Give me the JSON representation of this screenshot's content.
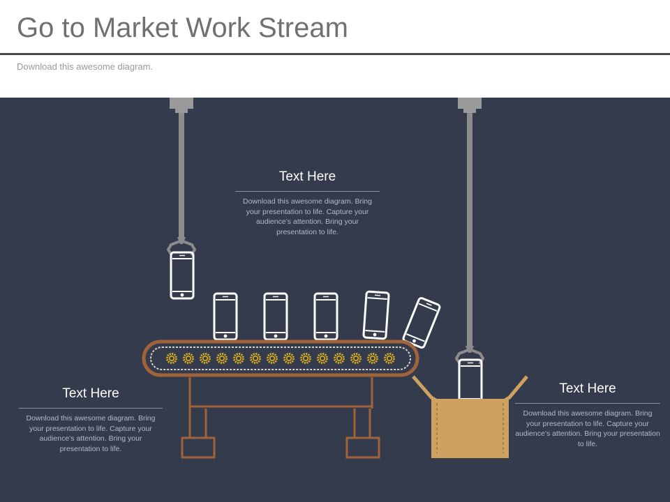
{
  "header": {
    "title": "Go to Market Work Stream",
    "subtitle": "Download this awesome diagram."
  },
  "callouts": [
    {
      "heading": "Text Here",
      "body": "Download this awesome diagram. Bring your presentation to life. Capture your audience’s attention. Bring your presentation to life."
    },
    {
      "heading": "Text Here",
      "body": "Download this awesome diagram. Bring your presentation to life. Capture your audience’s attention. Bring your presentation to life."
    },
    {
      "heading": "Text Here",
      "body": "Download this awesome diagram. Bring your presentation to life. Capture your audience’s attention. Bring your presentation to life."
    }
  ],
  "colors": {
    "background_panel": "#333b4d",
    "conveyor_brown": "#a0633a",
    "gear_gold": "#e0b21c",
    "box_tan": "#cfa161",
    "crane_gray": "#8c8c8c",
    "phone_white": "#ffffff"
  },
  "icons": [
    "crane-arm-icon",
    "smartphone-icon",
    "conveyor-belt-icon",
    "gear-icon",
    "cardboard-box-icon"
  ]
}
